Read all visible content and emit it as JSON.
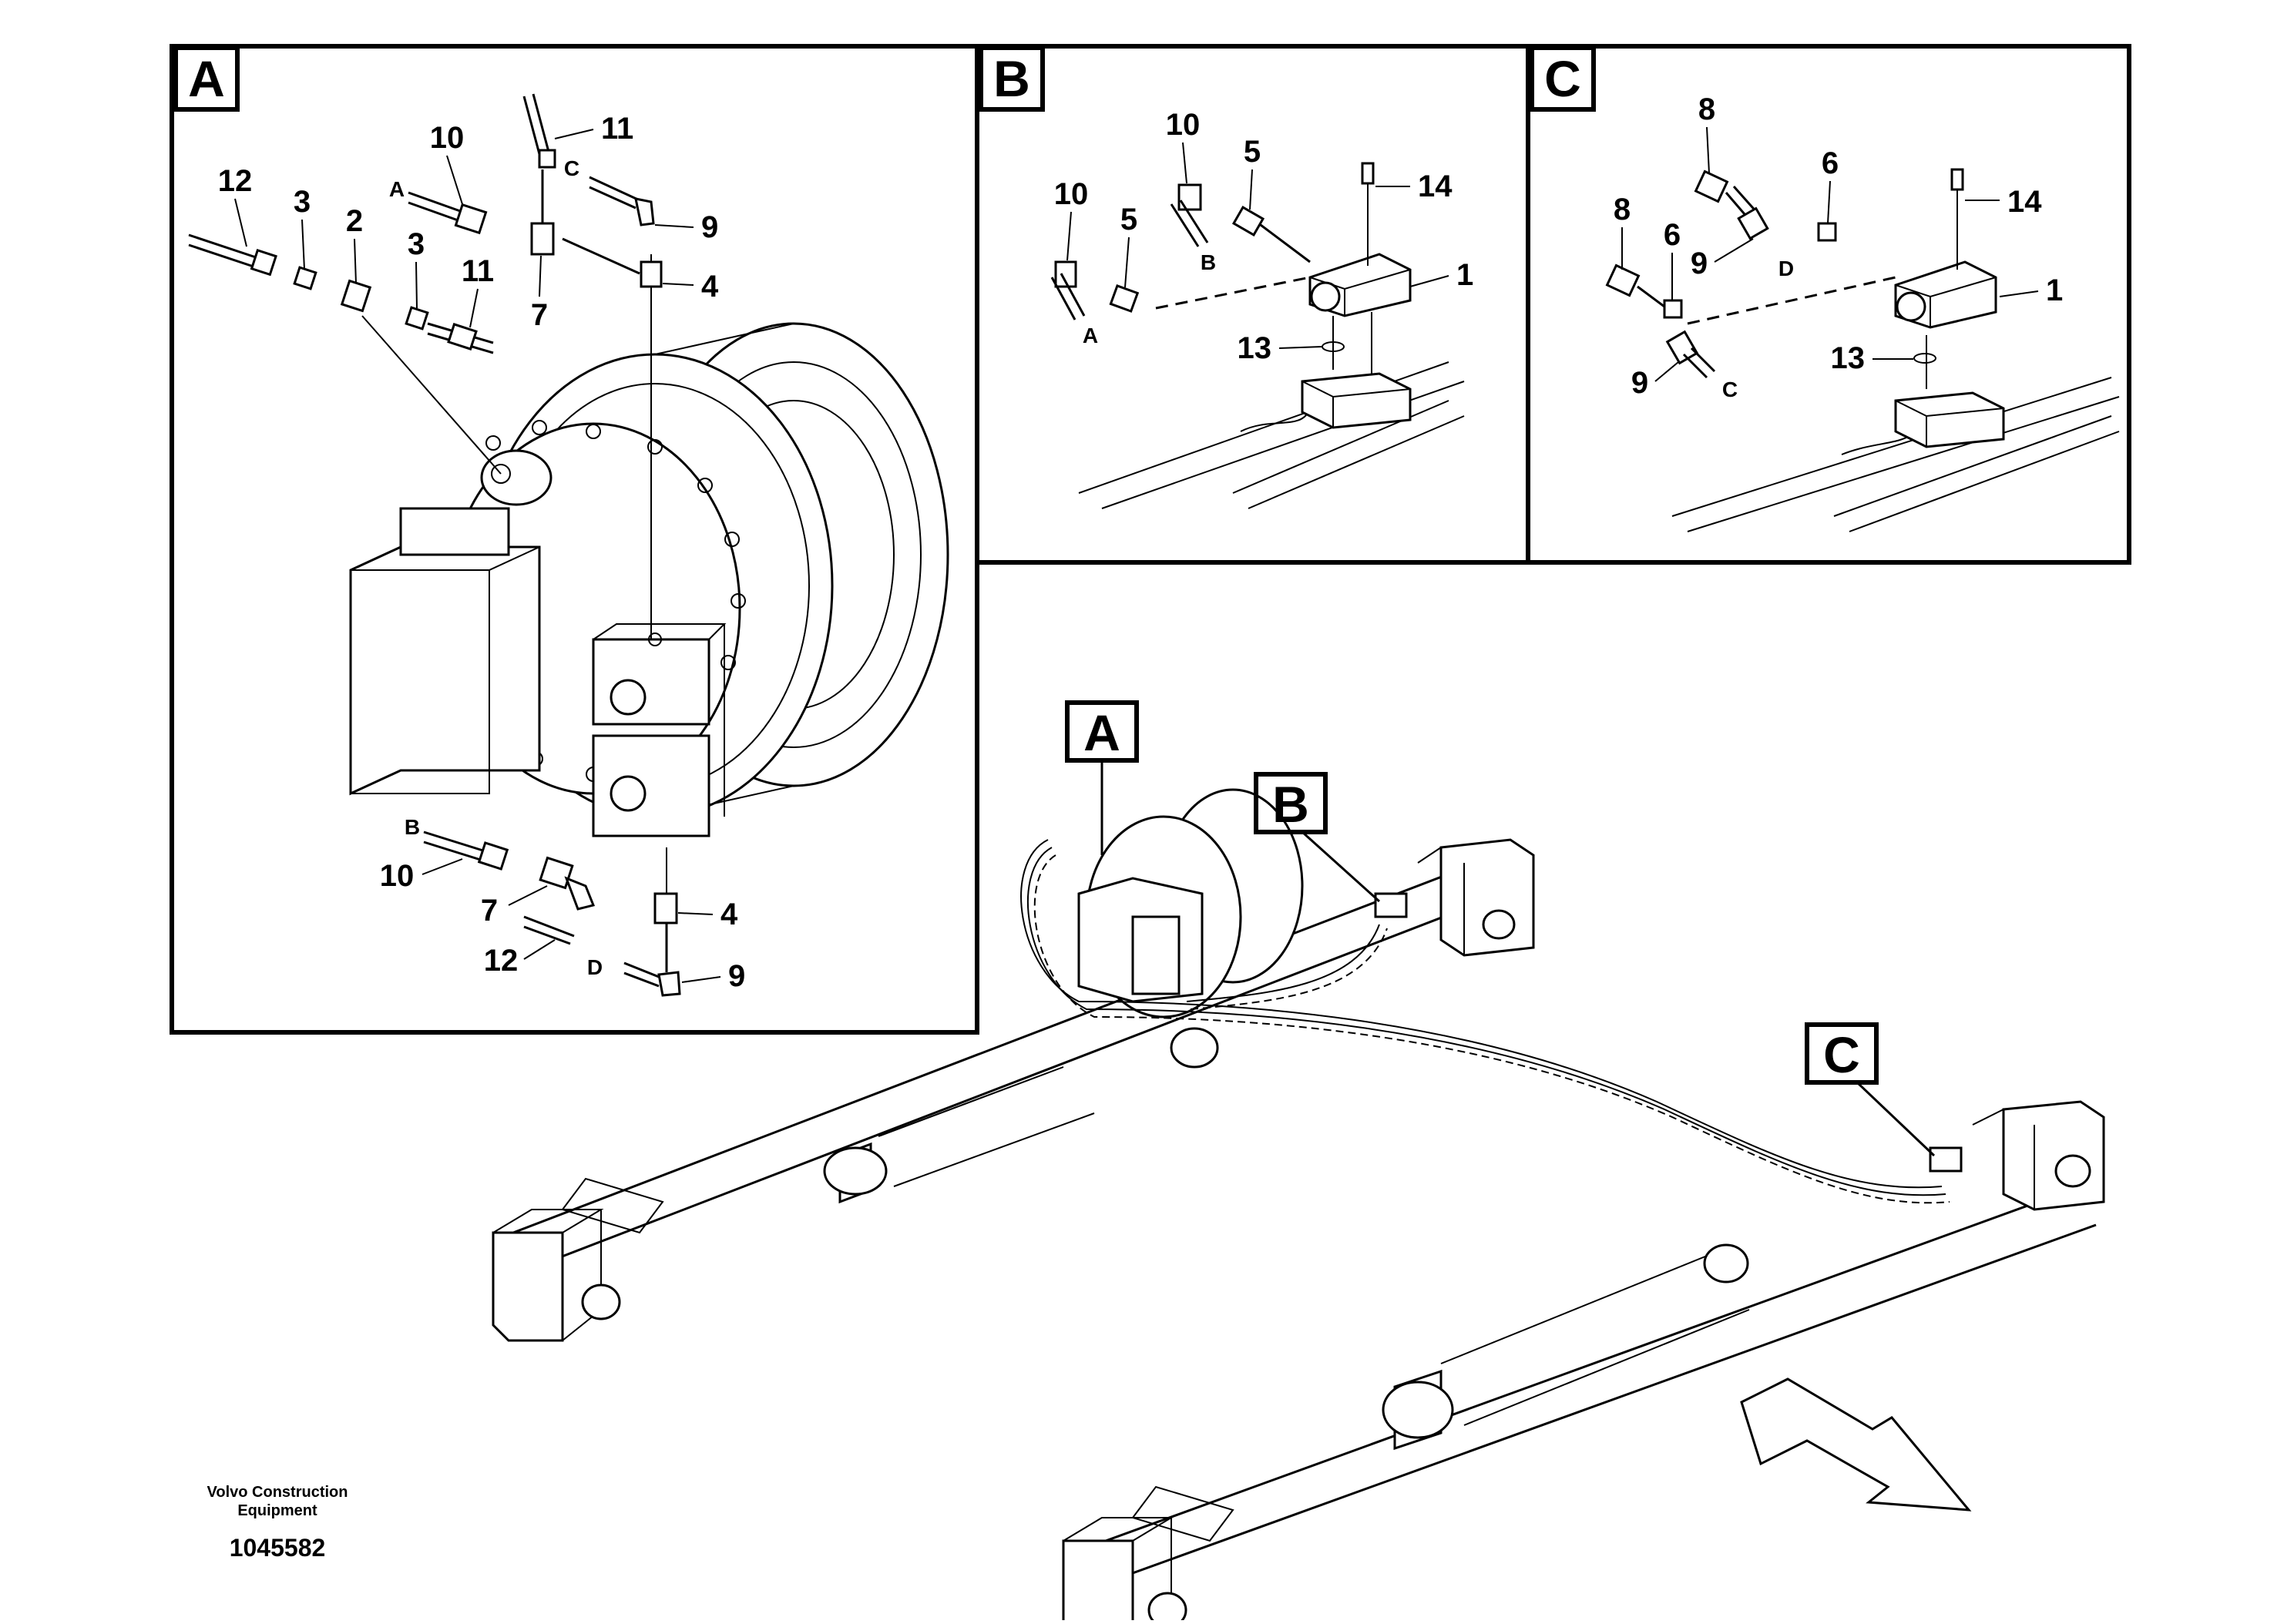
{
  "panels": {
    "A": {
      "label": "A",
      "callouts": [
        "12",
        "3",
        "2",
        "3",
        "11",
        "10",
        "11",
        "9",
        "7",
        "4",
        "10",
        "7",
        "12",
        "4",
        "9"
      ],
      "port_letters": [
        "A",
        "C",
        "B",
        "D"
      ]
    },
    "B": {
      "label": "B",
      "callouts": [
        "10",
        "5",
        "10",
        "5",
        "14",
        "1",
        "13"
      ],
      "port_letters": [
        "B",
        "A"
      ]
    },
    "C": {
      "label": "C",
      "callouts": [
        "8",
        "6",
        "14",
        "8",
        "6",
        "9",
        "1",
        "13",
        "9"
      ],
      "port_letters": [
        "D",
        "C"
      ]
    }
  },
  "overview_tags": [
    "A",
    "B",
    "C"
  ],
  "footer": {
    "company_line1": "Volvo Construction",
    "company_line2": "Equipment",
    "drawing_number": "1045582"
  }
}
